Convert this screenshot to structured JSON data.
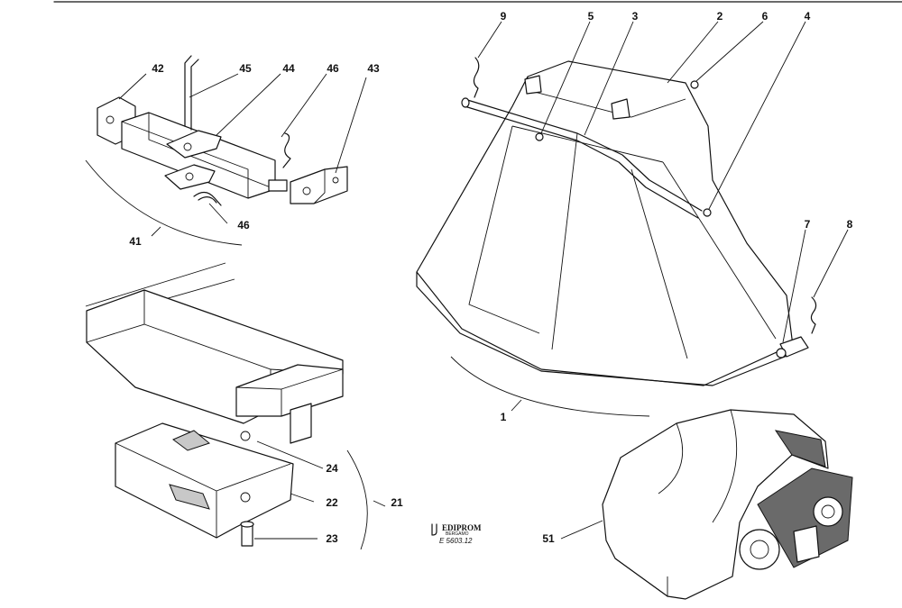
{
  "diagram": {
    "labels": [
      "1",
      "2",
      "3",
      "4",
      "5",
      "6",
      "7",
      "8",
      "9",
      "21",
      "22",
      "23",
      "24",
      "41",
      "42",
      "43",
      "44",
      "45",
      "46",
      "46",
      "51"
    ],
    "logo": {
      "brand": "EDIPROM",
      "sub": "BERGAMO",
      "code": "E 5603.12"
    }
  }
}
